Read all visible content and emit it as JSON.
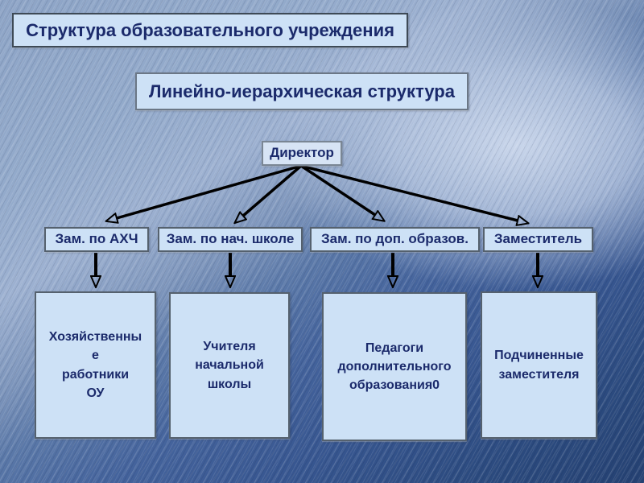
{
  "slide": {
    "title": "Структура образовательного учреждения",
    "subtitle": "Линейно-иерархическая структура",
    "director_label": "Директор",
    "managers": [
      {
        "label": "Зам. по АХЧ"
      },
      {
        "label": "Зам. по нач. школе"
      },
      {
        "label": "Зам. по доп. образов."
      },
      {
        "label": "Заместитель"
      }
    ],
    "subordinates": [
      {
        "label": "Хозяйственны\nе\nработники\nОУ"
      },
      {
        "label": "Учителя\nначальной\nшколы"
      },
      {
        "label": "Педагоги\nдополнительного\nобразования0"
      },
      {
        "label": "Подчиненные\nзаместителя"
      }
    ],
    "colors": {
      "box_fill": "#cde1f6",
      "box_border": "#55616e",
      "text": "#1b2a6b",
      "arrow": "#000000",
      "background_light": "#9db1d1",
      "background_dark": "#254172"
    }
  }
}
